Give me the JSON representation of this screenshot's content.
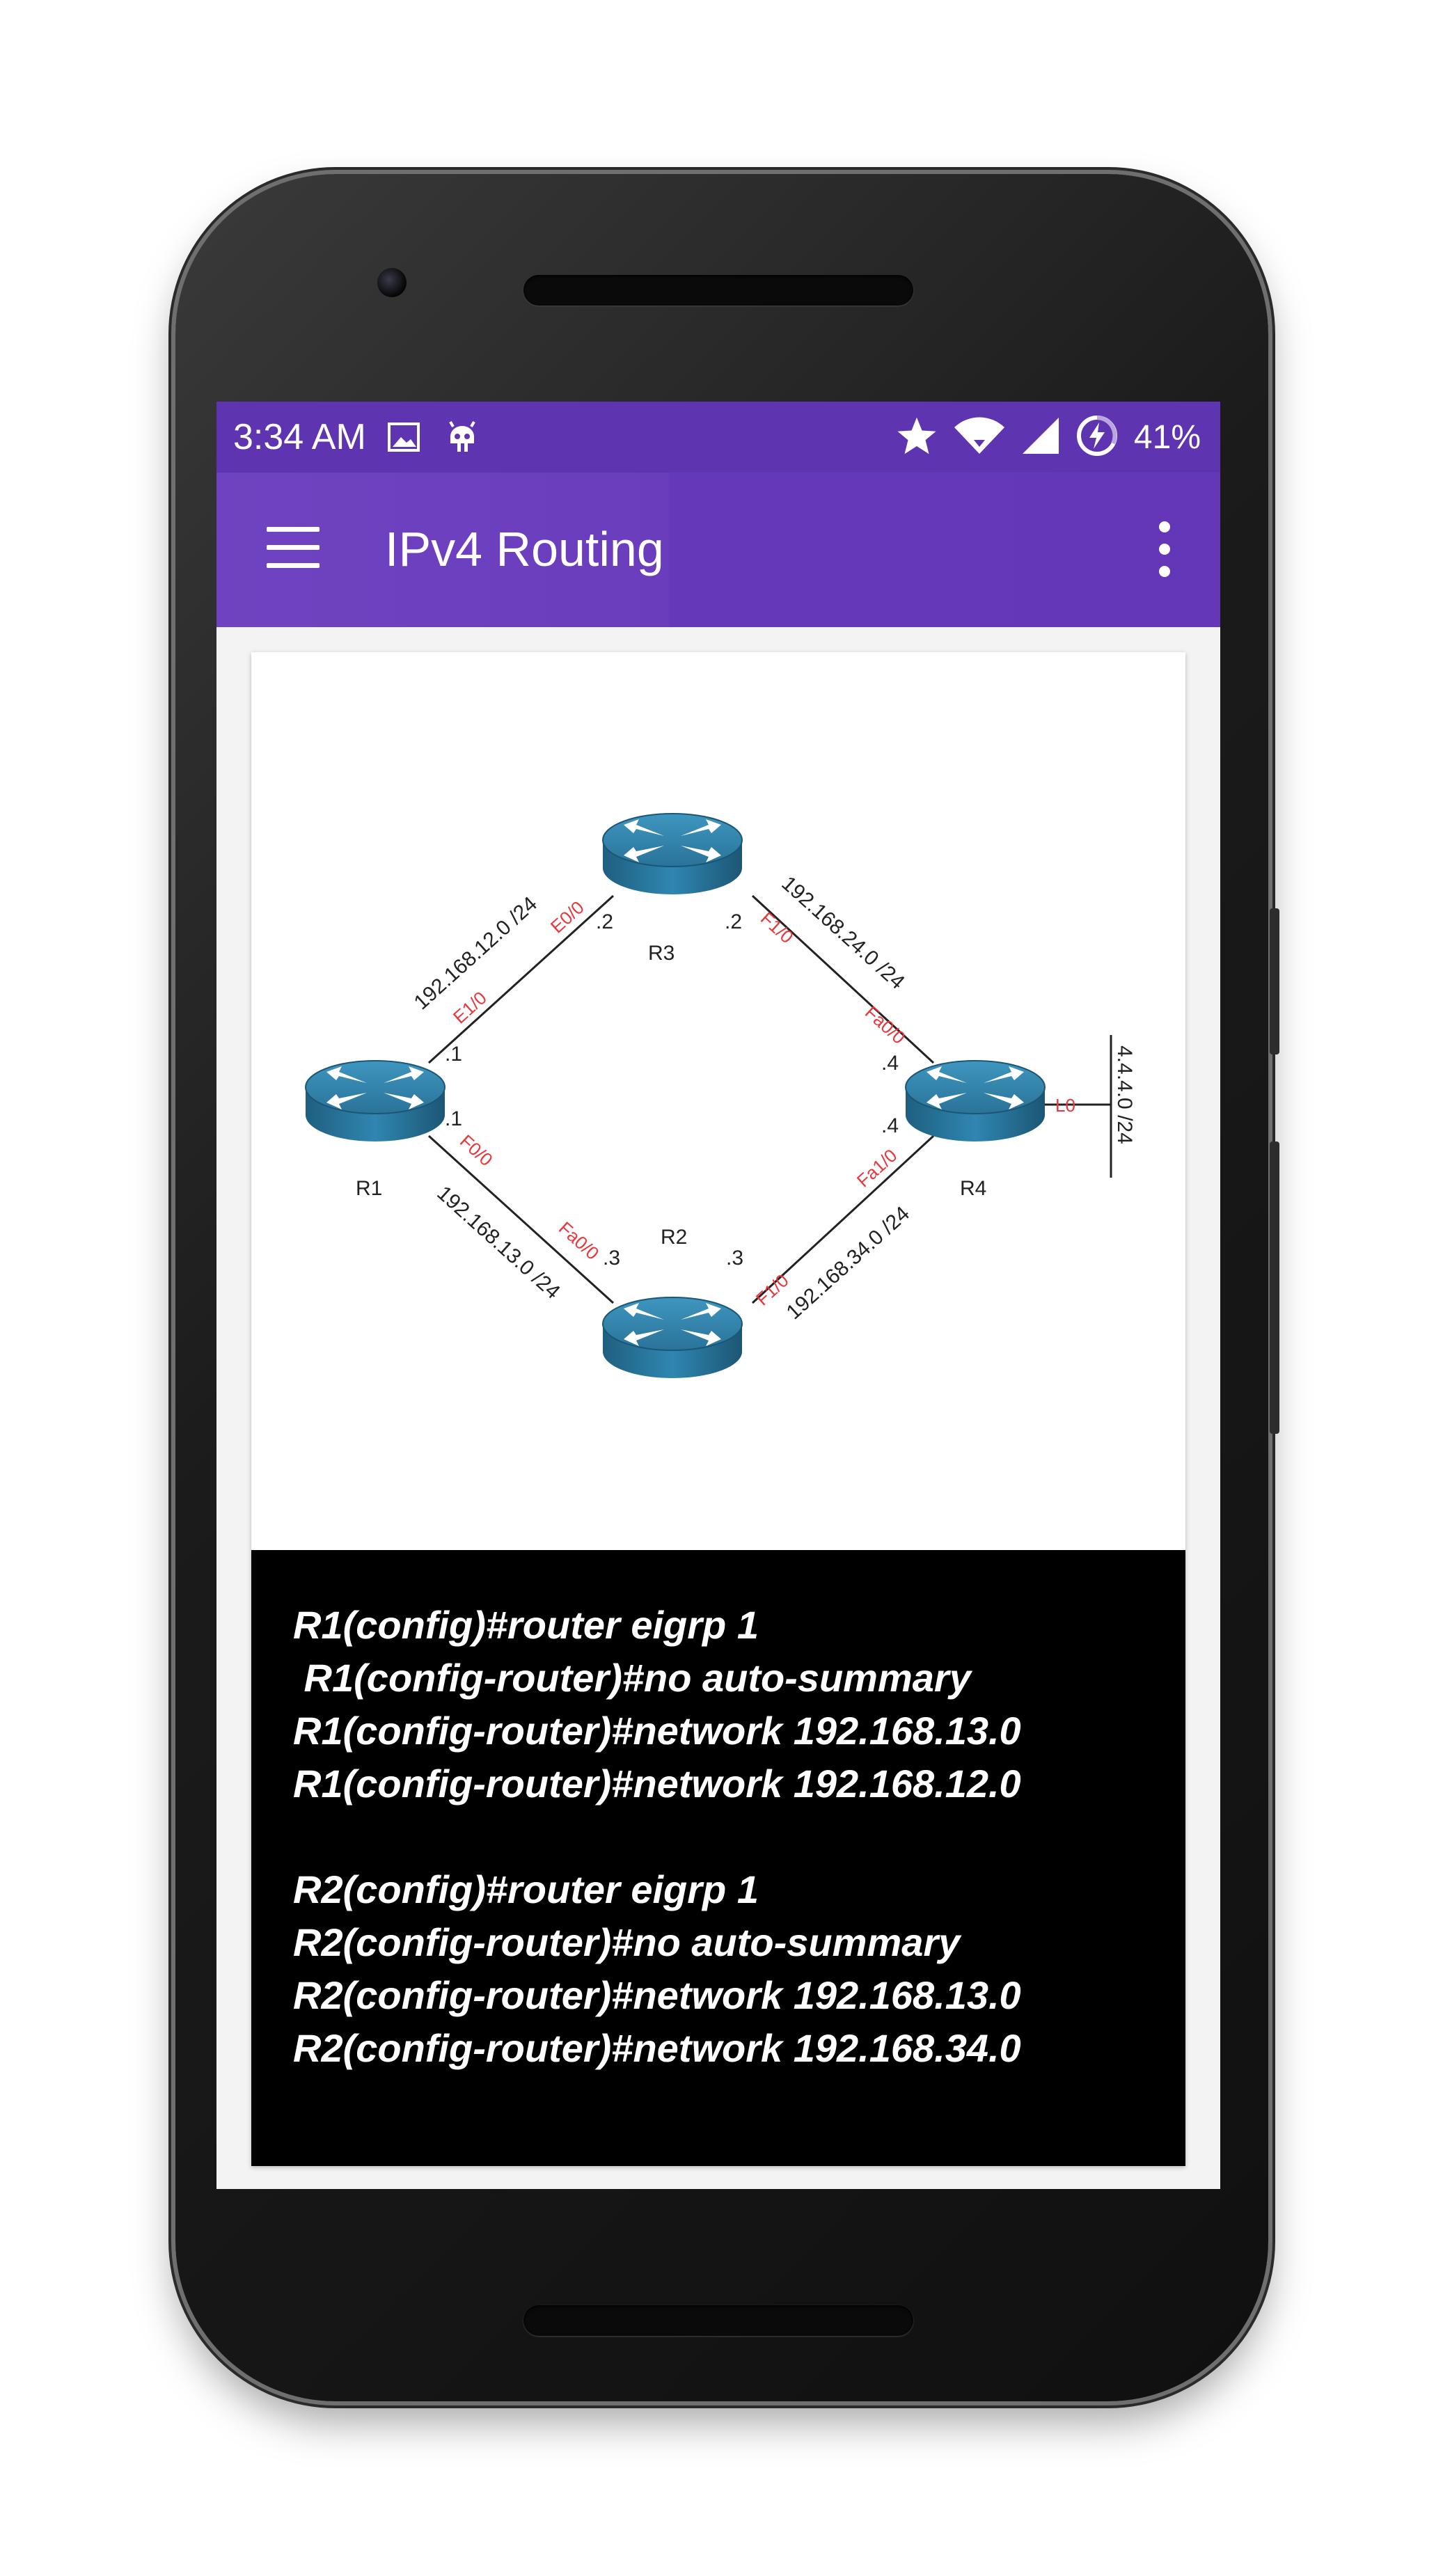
{
  "status_bar": {
    "time": "3:34 AM",
    "battery": "41%",
    "icons": [
      "image-icon",
      "android-icon",
      "star-icon",
      "wifi-icon",
      "signal-icon",
      "battery-charging-icon"
    ]
  },
  "app_bar": {
    "title": "IPv4 Routing",
    "menu_icon": "hamburger-menu-icon",
    "overflow_icon": "overflow-menu-icon"
  },
  "diagram": {
    "routers": [
      {
        "name": "R1"
      },
      {
        "name": "R2"
      },
      {
        "name": "R3"
      },
      {
        "name": "R4"
      }
    ],
    "networks": {
      "r1_r3": "192.168.12.0 /24",
      "r3_r4": "192.168.24.0 /24",
      "r1_r2": "192.168.13.0 /24",
      "r2_r4": "192.168.34.0 /24",
      "loopback": "4.4.4.0 /24"
    },
    "interfaces": {
      "r1_to_r3": "E1/0",
      "r3_to_r1": "E0/0",
      "r3_to_r4": "F1/0",
      "r4_to_r3": "Fa0/0",
      "r1_to_r2": "F0/0",
      "r2_to_r1": "Fa0/0",
      "r2_to_r4": "F1/0",
      "r4_to_r2": "Fa1/0",
      "r4_loopback": "L0"
    },
    "host_ids": {
      "r1_top": ".1",
      "r1_bottom": ".1",
      "r3_left": ".2",
      "r3_right": ".2",
      "r2_left": ".3",
      "r2_right": ".3",
      "r4_top": ".4",
      "r4_bottom": ".4"
    },
    "colors": {
      "interface_label": "#e8383d",
      "router_body": "#2f7fa6"
    }
  },
  "config": {
    "lines": [
      "R1(config)#router eigrp 1",
      " R1(config-router)#no auto-summary",
      "R1(config-router)#network 192.168.13.0",
      "R1(config-router)#network 192.168.12.0",
      "",
      "R2(config)#router eigrp 1",
      "R2(config-router)#no auto-summary",
      "R2(config-router)#network 192.168.13.0",
      "R2(config-router)#network 192.168.34.0"
    ]
  }
}
